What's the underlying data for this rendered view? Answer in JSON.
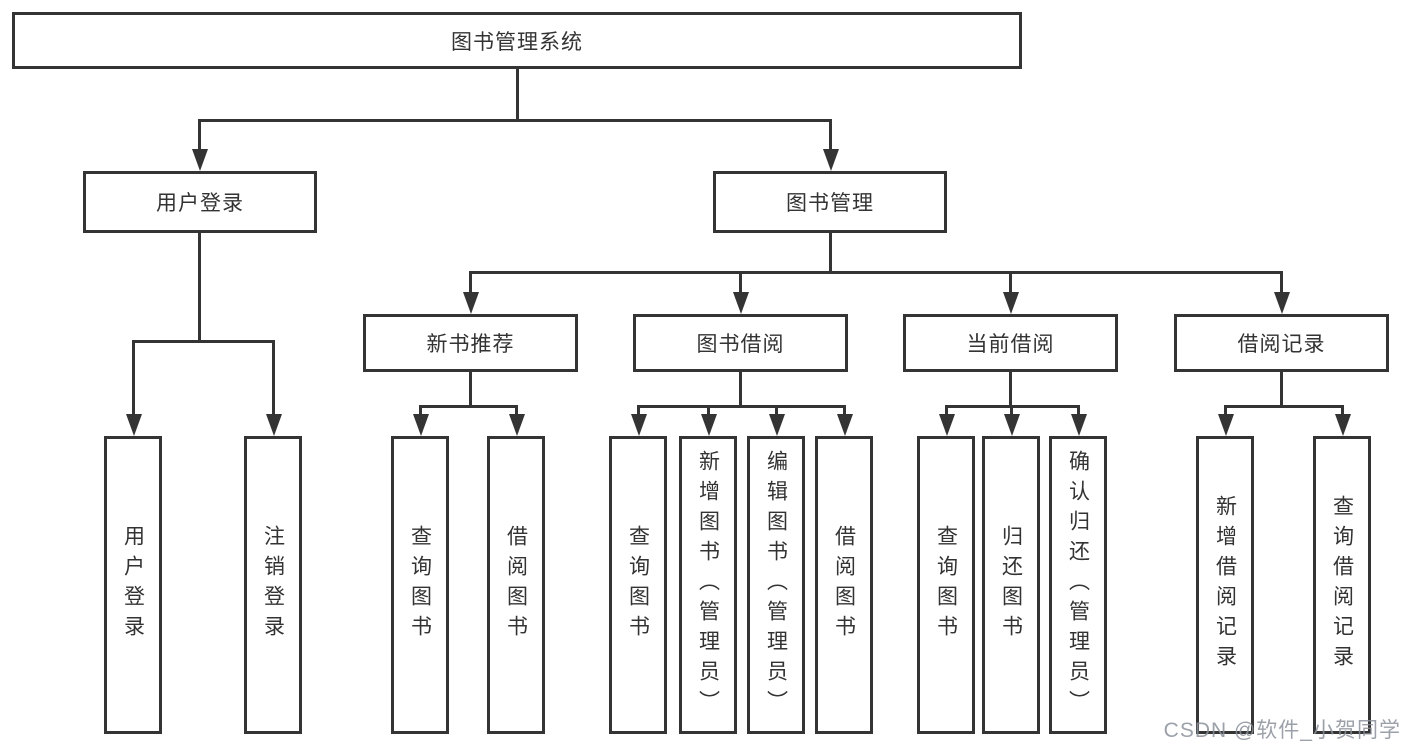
{
  "diagram": {
    "root": {
      "label": "图书管理系统"
    },
    "level2": {
      "user_login": {
        "label": "用户登录"
      },
      "book_mgmt": {
        "label": "图书管理"
      }
    },
    "level3": {
      "new_books": {
        "label": "新书推荐"
      },
      "book_borrow": {
        "label": "图书借阅"
      },
      "current_borrow": {
        "label": "当前借阅"
      },
      "borrow_records": {
        "label": "借阅记录"
      }
    },
    "leaves": {
      "user_login": {
        "login": "用户登录",
        "logout": "注销登录"
      },
      "new_books": {
        "query": "查询图书",
        "borrow": "借阅图书"
      },
      "book_borrow": {
        "query": "查询图书",
        "add": "新增图书（管理员）",
        "edit": "编辑图书（管理员）",
        "borrow": "借阅图书"
      },
      "current_borrow": {
        "query": "查询图书",
        "return": "归还图书",
        "confirm": "确认归还（管理员）"
      },
      "borrow_records": {
        "add": "新增借阅记录",
        "query": "查询借阅记录"
      }
    }
  },
  "watermark": {
    "text": "CSDN @软件_小贺同学"
  },
  "colors": {
    "line": "#343434",
    "box_border": "#343434",
    "text": "#333333",
    "background": "#ffffff",
    "watermark": "#8b909a"
  }
}
